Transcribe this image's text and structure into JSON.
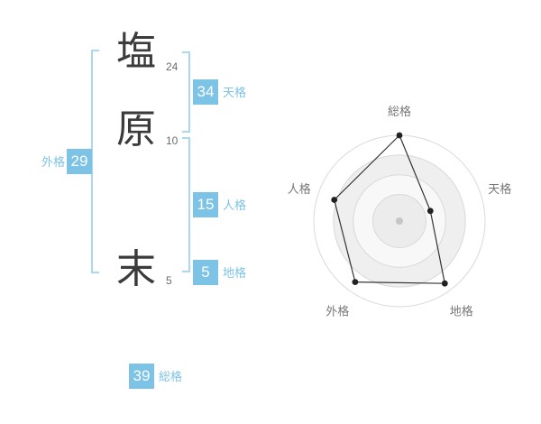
{
  "name": {
    "characters": [
      {
        "char": "塩",
        "strokes": "24"
      },
      {
        "char": "原",
        "strokes": "10"
      },
      {
        "char": "末",
        "strokes": "5"
      }
    ]
  },
  "kaku": {
    "gaikaku": {
      "label": "外格",
      "value": "29"
    },
    "tenkaku": {
      "label": "天格",
      "value": "34"
    },
    "jinkaku": {
      "label": "人格",
      "value": "15"
    },
    "chikaku": {
      "label": "地格",
      "value": "5"
    },
    "soukaku": {
      "label": "総格",
      "value": "39"
    }
  },
  "colors": {
    "accent_badge": "#7cc3e6",
    "accent_bracket": "#a9d9f1",
    "name_text": "#3b3b3b",
    "stroke_text": "#6b6b6b",
    "chart_label": "#777777",
    "chart_line": "#333333",
    "chart_point": "#222222",
    "chart_ring_stroke": "#d9d9d9"
  },
  "chart_data": {
    "type": "radar",
    "title": "",
    "categories": [
      "総格",
      "天格",
      "地格",
      "外格",
      "人格"
    ],
    "values": [
      100,
      38,
      90,
      88,
      80
    ],
    "max": 100,
    "rings": 4,
    "grid": "concentric-circles",
    "legend": "none",
    "start_axis": "top",
    "direction": "clockwise",
    "fill": "none"
  }
}
